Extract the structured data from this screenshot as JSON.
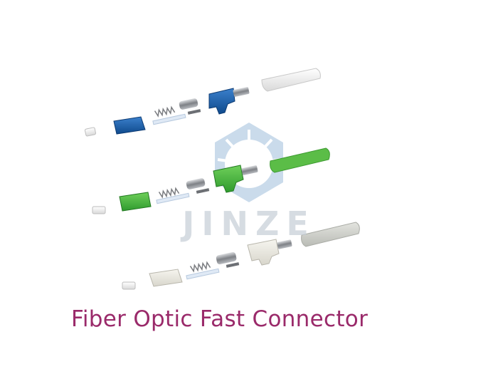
{
  "caption": "Fiber Optic Fast Connector",
  "watermark": {
    "text": "JINZE",
    "color": "#cfd8e0",
    "accent": "#8fb2d4"
  },
  "assemblies": [
    {
      "name": "blue",
      "housing_color": "#1b5fa8"
    },
    {
      "name": "green",
      "housing_color": "#3fae3a",
      "boot_color": "#66c24a"
    },
    {
      "name": "white",
      "housing_color": "#e8e6dc",
      "boot_color": "#d2d3cd"
    }
  ],
  "colors": {
    "metal": "#8c8f94",
    "boot": "#eaeaea",
    "sleeve": "#c9d9ea",
    "text": "#9a2a6a"
  }
}
